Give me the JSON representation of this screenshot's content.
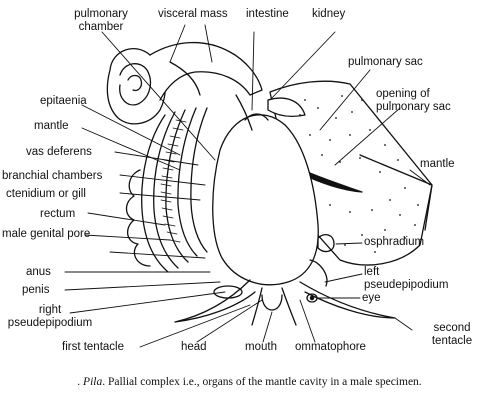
{
  "labels": {
    "pulmonary_chamber": "pulmonary\nchamber",
    "visceral_mass": "visceral mass",
    "intestine": "intestine",
    "kidney": "kidney",
    "pulmonary_sac": "pulmonary sac",
    "opening_pulmonary_sac": "opening of\npulmonary sac",
    "epitaenia": "epitaenia",
    "mantle_left": "mantle",
    "vas_deferens": "vas deferens",
    "branchial_chambers": "branchial chambers",
    "ctenidium": "ctenidium or gill",
    "rectum": "rectum",
    "male_genital_pore": "male genital pore",
    "anus": "anus",
    "penis": "penis",
    "right_pseudepipodium": "right\npseudepipodium",
    "mantle_right": "mantle",
    "osphradium": "osphradium",
    "left_pseudepipodium": "left\npseudepipodium",
    "eye": "eye",
    "second_tentacle": "second\ntentacle",
    "first_tentacle": "first tentacle",
    "head": "head",
    "mouth": "mouth",
    "ommatophore": "ommatophore"
  },
  "caption": {
    "prefix": ". ",
    "genus": "Pila",
    "text": ". Pallial complex i.e., organs of the mantle cavity in a male specimen."
  }
}
